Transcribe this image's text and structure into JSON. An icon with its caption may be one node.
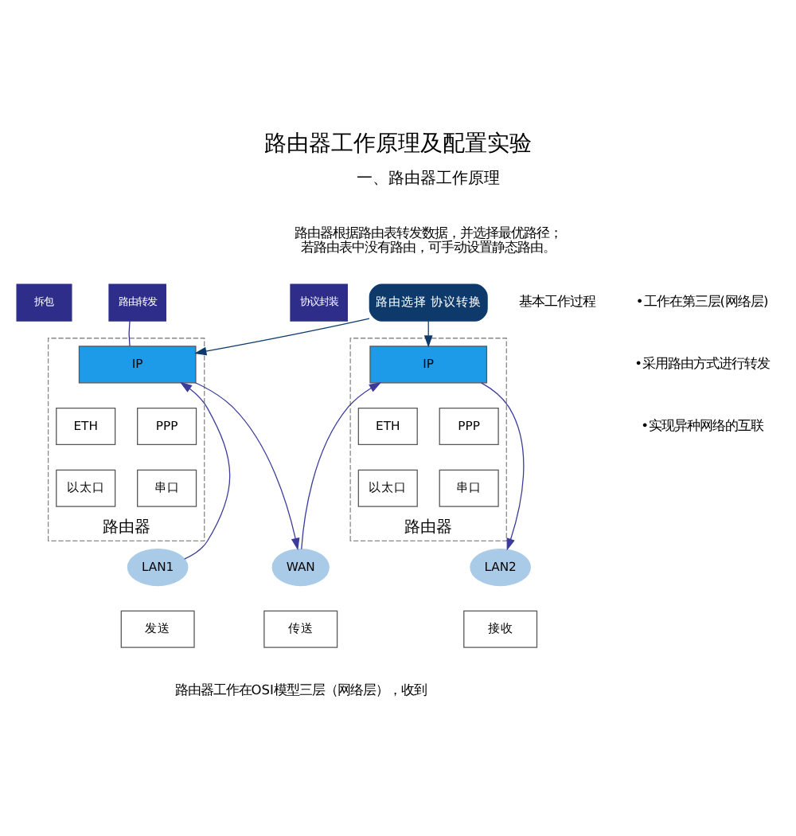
{
  "diagram": {
    "title": "路由器工作原理及配置实验",
    "nodes": [
      {
        "text": [
          "路由选择 协议转换"
        ]
      },
      {
        "text": [
          "路由器"
        ]
      },
      {
        "text": [
          "IP"
        ],
        "in": 1
      },
      {
        "text": [
          "ETH"
        ],
        "in": 1
      },
      {
        "text": [
          "PPP"
        ],
        "in": 1
      },
      {
        "text": [
          "以太口"
        ],
        "in": 1
      },
      {
        "text": [
          "串口"
        ],
        "in": 1
      },
      {
        "text": [
          "路由器"
        ]
      },
      {
        "text": [
          "IP"
        ],
        "in": 7
      },
      {
        "text": [
          "ETH"
        ],
        "in": 7
      },
      {
        "text": [
          "PPP"
        ],
        "in": 7
      },
      {
        "text": [
          "以太口"
        ],
        "in": 7
      },
      {
        "text": [
          "串口"
        ],
        "in": 7
      },
      {
        "text": [
          "路由转发"
        ]
      },
      {
        "text": [
          "拆包"
        ]
      },
      {
        "text": [
          "协议封装"
        ]
      },
      {
        "text": [
          "LAN1"
        ]
      },
      {
        "text": [
          "WAN"
        ]
      },
      {
        "text": [
          "LAN2"
        ]
      },
      {
        "text": [
          "发送"
        ]
      },
      {
        "text": [
          "传送"
        ]
      },
      {
        "text": [
          "接收"
        ]
      }
    ],
    "edges": [
      {
        "from": 0,
        "to": 2,
        "arrow": "to",
        "color": "#0d3a6b"
      },
      {
        "from": 0,
        "to": 8,
        "arrow": "to",
        "color": "#0d3a6b"
      },
      {
        "from": 13,
        "to": 2,
        "arrow": "none",
        "color": "#2e2e8a"
      },
      {
        "from": 16,
        "to": 2,
        "arrow": "to",
        "color": "#3b3b9b"
      },
      {
        "from": 2,
        "to": 17,
        "arrow": "to",
        "color": "#3b3b9b"
      },
      {
        "from": 17,
        "to": 8,
        "arrow": "to",
        "color": "#3b3b9b"
      },
      {
        "from": 8,
        "to": 18,
        "arrow": "to",
        "color": "#3b3b9b"
      }
    ],
    "labels": [
      "一、路由器工作原理",
      "路由器根据路由表转发数据，并选择最优路径；若路由表中没有路由，可手动设置静态路由。",
      "基本工作过程",
      "•工作在第三层(网络层)",
      "•采用路由方式进行转发",
      "•实现异种网络的互联",
      "路由器工作在OSI模型三层（网络层），收到"
    ]
  }
}
